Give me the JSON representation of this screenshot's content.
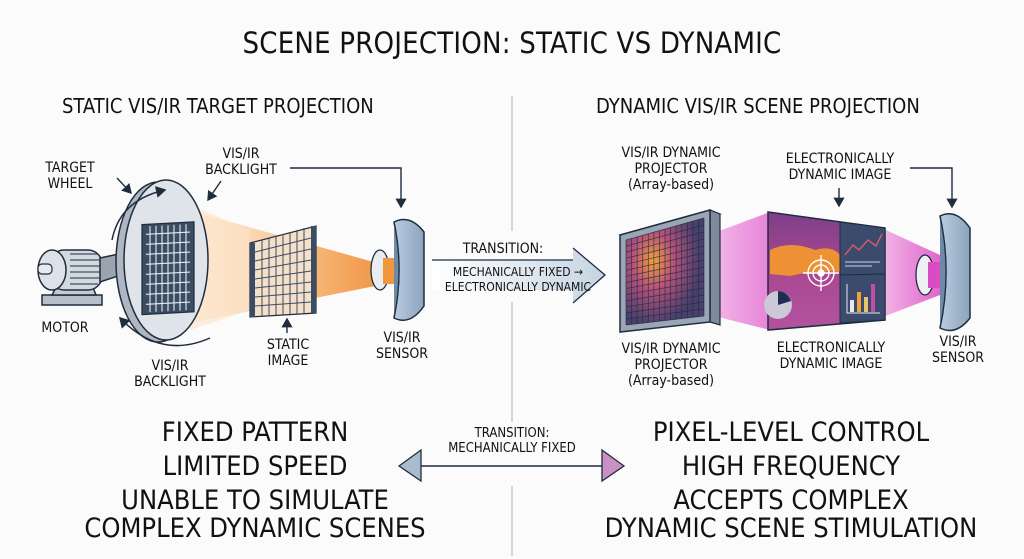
{
  "title": "SCENE PROJECTION: STATIC VS DYNAMIC",
  "left": {
    "heading": "STATIC VIS/IR TARGET PROJECTION",
    "labels": {
      "target_wheel": [
        "TARGET",
        "WHEEL"
      ],
      "backlight_top": [
        "VIS/IR",
        "BACKLIGHT"
      ],
      "motor": "MOTOR",
      "backlight_bottom": [
        "VIS/IR",
        "BACKLIGHT"
      ],
      "static_image": [
        "STATIC",
        "IMAGE"
      ],
      "sensor": [
        "VIS/IR",
        "SENSOR"
      ]
    },
    "features": [
      "FIXED PATTERN",
      "LIMITED SPEED",
      "UNABLE TO SIMULATE",
      "COMPLEX DYNAMIC SCENES"
    ]
  },
  "right": {
    "heading": "DYNAMIC VIS/IR SCENE PROJECTION",
    "labels": {
      "projector_top": [
        "VIS/IR DYNAMIC",
        "PROJECTOR",
        "(Array-based)"
      ],
      "image_top": [
        "ELECTRONICALLY",
        "DYNAMIC IMAGE"
      ],
      "projector_bottom": [
        "VIS/IR DYNAMIC",
        "PROJECTOR",
        "(Array-based)"
      ],
      "image_bottom": [
        "ELECTRONICALLY",
        "DYNAMIC IMAGE"
      ],
      "sensor": [
        "VIS/IR",
        "SENSOR"
      ]
    },
    "features": [
      "PIXEL-LEVEL CONTROL",
      "HIGH FREQUENCY",
      "ACCEPTS COMPLEX",
      "DYNAMIC SCENE STIMULATION"
    ]
  },
  "transition_middle": {
    "title": "TRANSITION:",
    "line1": "MECHANICALLY FIXED →",
    "line2": "ELECTRONICALLY DYNAMIC"
  },
  "transition_bottom": {
    "title": "TRANSITION:",
    "line1": "MECHANICALLY FIXED"
  },
  "colors": {
    "static_beam": "#f3a35a",
    "dynamic_beam": "#e46fd0",
    "outline": "#1f2d3d",
    "metal": "#c9cfd8",
    "sensor_blue": "#9fb6cf",
    "arrow_left": "#a9bccf",
    "arrow_right": "#c990c4"
  }
}
